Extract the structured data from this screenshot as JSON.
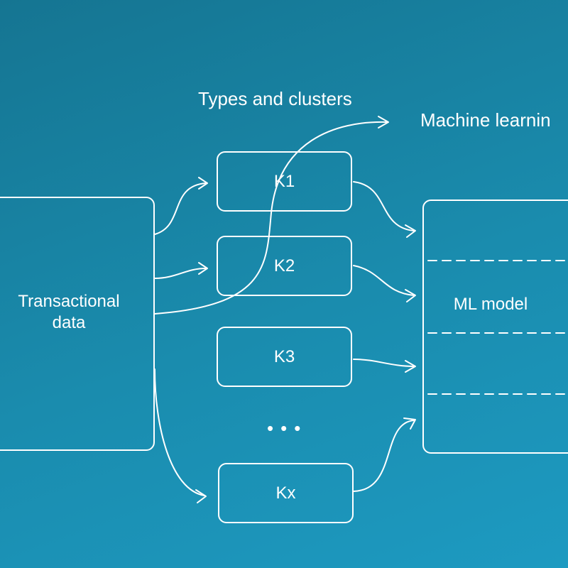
{
  "diagram": {
    "types_heading": "Types and clusters",
    "ml_heading": "Machine learnin",
    "source_label": "Transactional data",
    "model_label": "ML model",
    "clusters": [
      {
        "label": "K1"
      },
      {
        "label": "K2"
      },
      {
        "label": "K3"
      },
      {
        "label": "Kx"
      }
    ],
    "ellipsis": "•••"
  },
  "colors": {
    "background_top": "#157592",
    "background_bottom": "#1d9ac1",
    "stroke": "#ffffff"
  }
}
